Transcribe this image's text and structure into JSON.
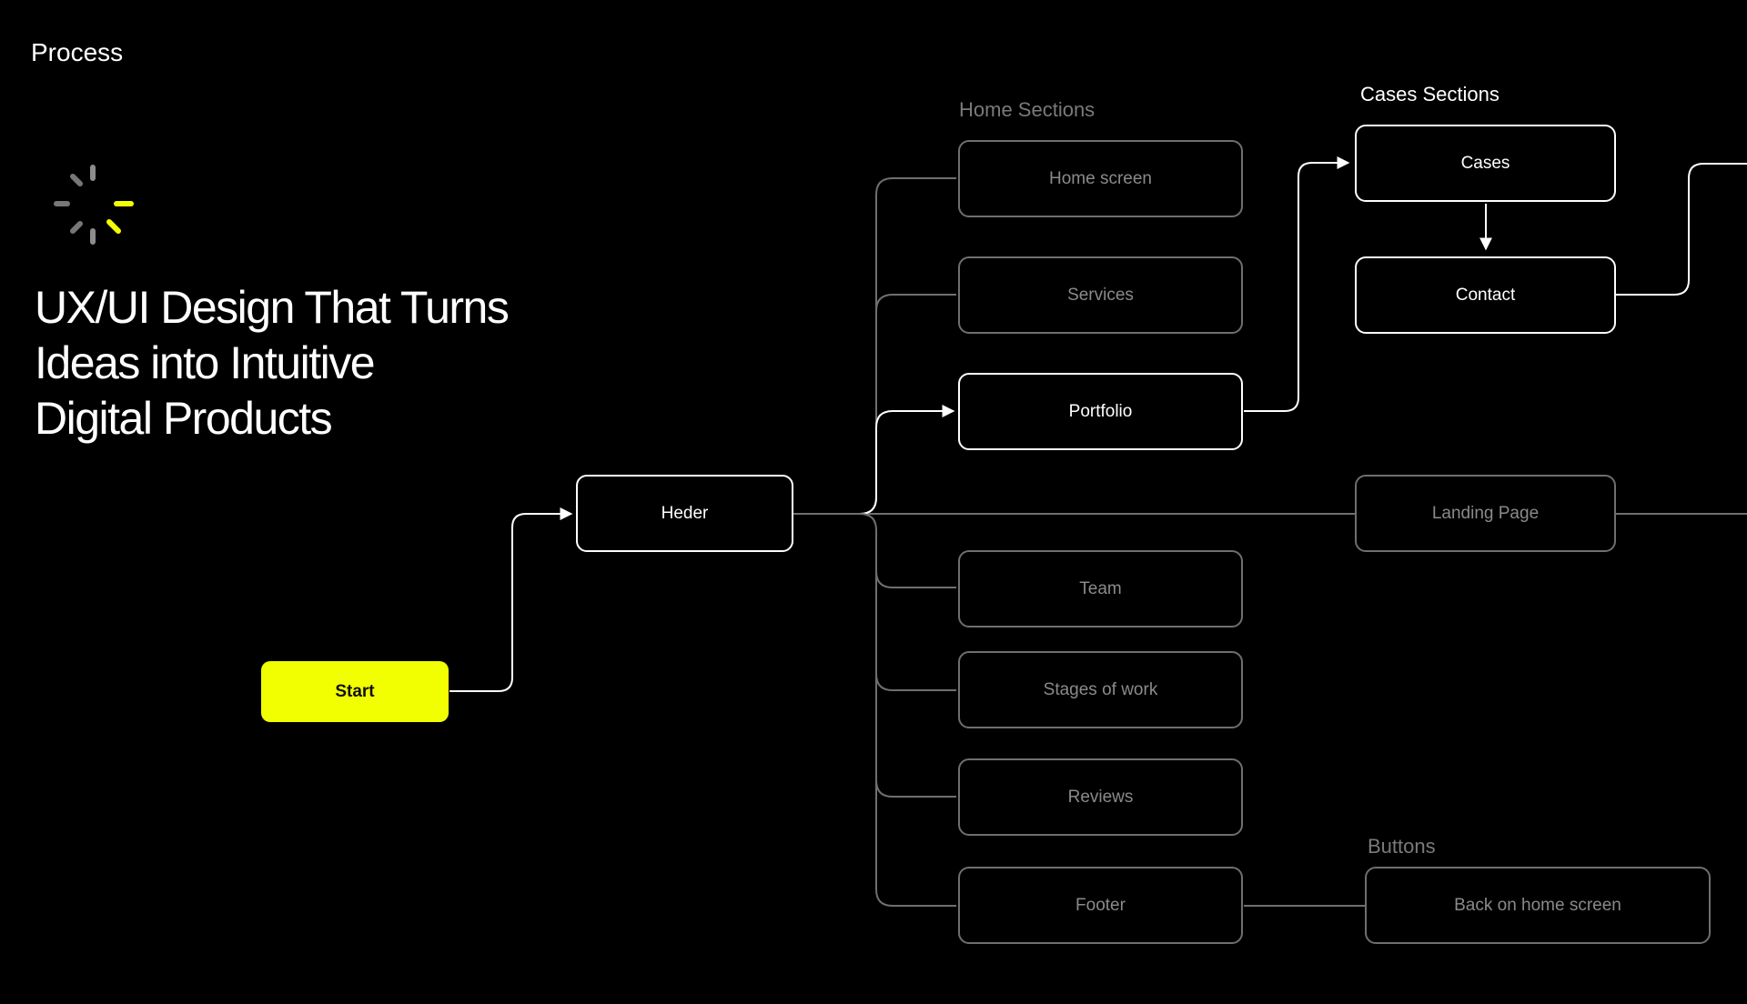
{
  "page_label": "Process",
  "headline": {
    "line1": "UX/UI Design That Turns",
    "line2": "Ideas into Intuitive",
    "line3": "Digital Products"
  },
  "colors": {
    "accent": "#f2ff00",
    "muted": "#6f6f6f",
    "active": "#ffffff",
    "background": "#000000"
  },
  "sections": {
    "home": "Home Sections",
    "cases": "Cases Sections",
    "buttons": "Buttons"
  },
  "nodes": {
    "start": "Start",
    "header": "Heder",
    "home_screen": "Home screen",
    "services": "Services",
    "portfolio": "Portfolio",
    "team": "Team",
    "stages": "Stages of work",
    "reviews": "Reviews",
    "footer": "Footer",
    "cases": "Cases",
    "contact": "Contact",
    "landing": "Landing Page",
    "back_home": "Back on home screen"
  },
  "icons": {
    "loader": "loading-spinner-icon"
  }
}
